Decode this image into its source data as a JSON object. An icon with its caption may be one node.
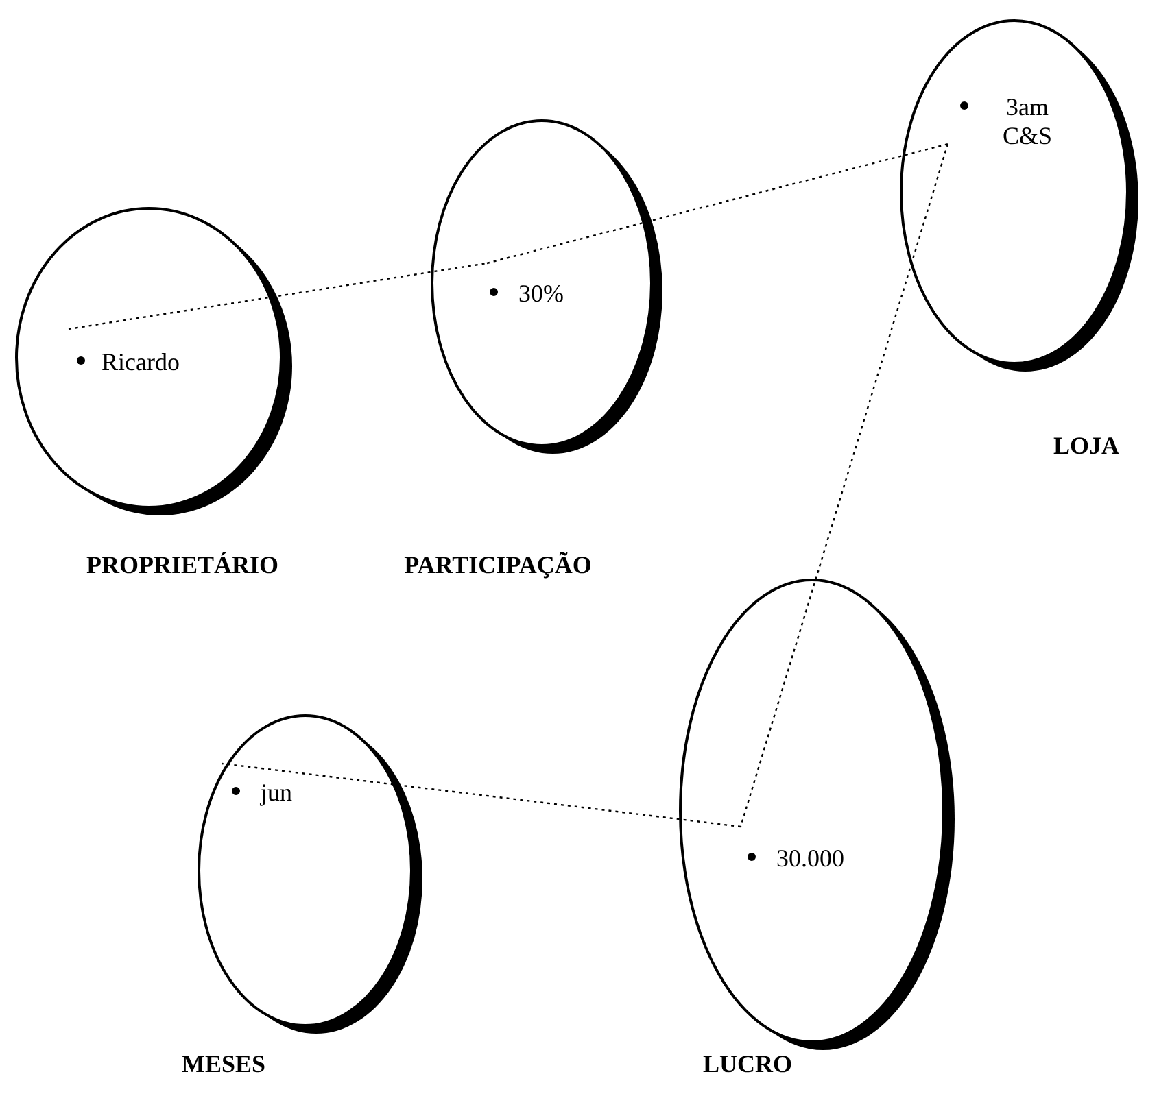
{
  "diagram": {
    "nodes": [
      {
        "text": [
          "Ricardo",
          "PROPRIETÁRIO"
        ]
      },
      {
        "text": [
          "30%",
          "PARTICIPAÇÃO"
        ]
      },
      {
        "text": [
          "3am C&S",
          "LOJA"
        ]
      },
      {
        "text": [
          "jun",
          "MESES"
        ]
      },
      {
        "text": [
          "30.000",
          "LUCRO"
        ]
      }
    ],
    "edges": [
      {
        "from": 0,
        "to": 1,
        "arrow": "none",
        "style": "dashed"
      },
      {
        "from": 1,
        "to": 2,
        "arrow": "none",
        "style": "dashed"
      },
      {
        "from": 2,
        "to": 4,
        "arrow": "none",
        "style": "dashed"
      },
      {
        "from": 4,
        "to": 3,
        "arrow": "none",
        "style": "dashed"
      }
    ]
  }
}
